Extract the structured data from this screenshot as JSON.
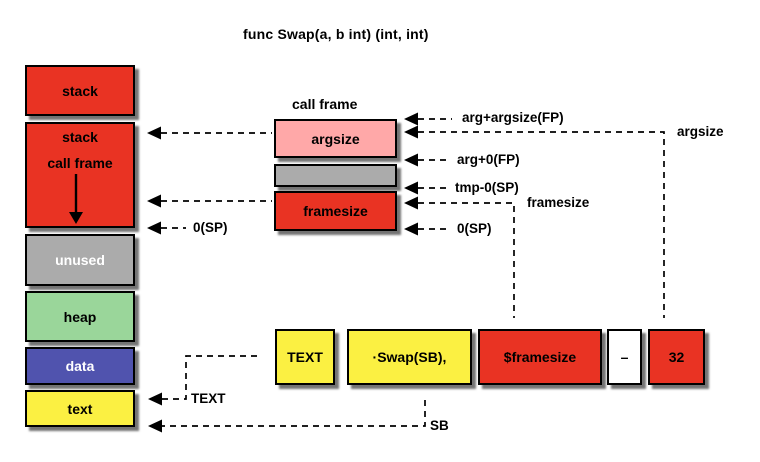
{
  "title": "func Swap(a, b int) (int, int)",
  "memory_map": {
    "boxes": [
      {
        "id": "stack",
        "label": "stack"
      },
      {
        "id": "stack-call-frame",
        "label_top": "stack",
        "label_bottom": "call frame"
      },
      {
        "id": "unused",
        "label": "unused"
      },
      {
        "id": "heap",
        "label": "heap"
      },
      {
        "id": "data",
        "label": "data"
      },
      {
        "id": "text",
        "label": "text"
      }
    ]
  },
  "call_frame": {
    "heading": "call frame",
    "argsize_label": "argsize",
    "framesize_label": "framesize"
  },
  "instruction": {
    "boxes": [
      {
        "label": "TEXT"
      },
      {
        "label": "·Swap(SB),"
      },
      {
        "label": "$framesize"
      },
      {
        "label": "–"
      },
      {
        "label": "32"
      }
    ]
  },
  "annotations": {
    "arg_plus_argsize_fp": "arg+argsize(FP)",
    "argsize": "argsize",
    "arg_plus_0_fp": "arg+0(FP)",
    "tmp_minus_0_sp": "tmp-0(SP)",
    "framesize": "framesize",
    "zero_sp_right": "0(SP)",
    "zero_sp_left": "0(SP)",
    "text_pointer": "TEXT",
    "sb_pointer": "SB"
  },
  "colors": {
    "red": "#E93323",
    "pink": "#FFA8A8",
    "gray": "#ABABAB",
    "green": "#9AD69A",
    "blue": "#5053AE",
    "yellow": "#FBF042",
    "white": "#FFFFFF",
    "background": "#FFFFFF",
    "line": "#000000"
  }
}
